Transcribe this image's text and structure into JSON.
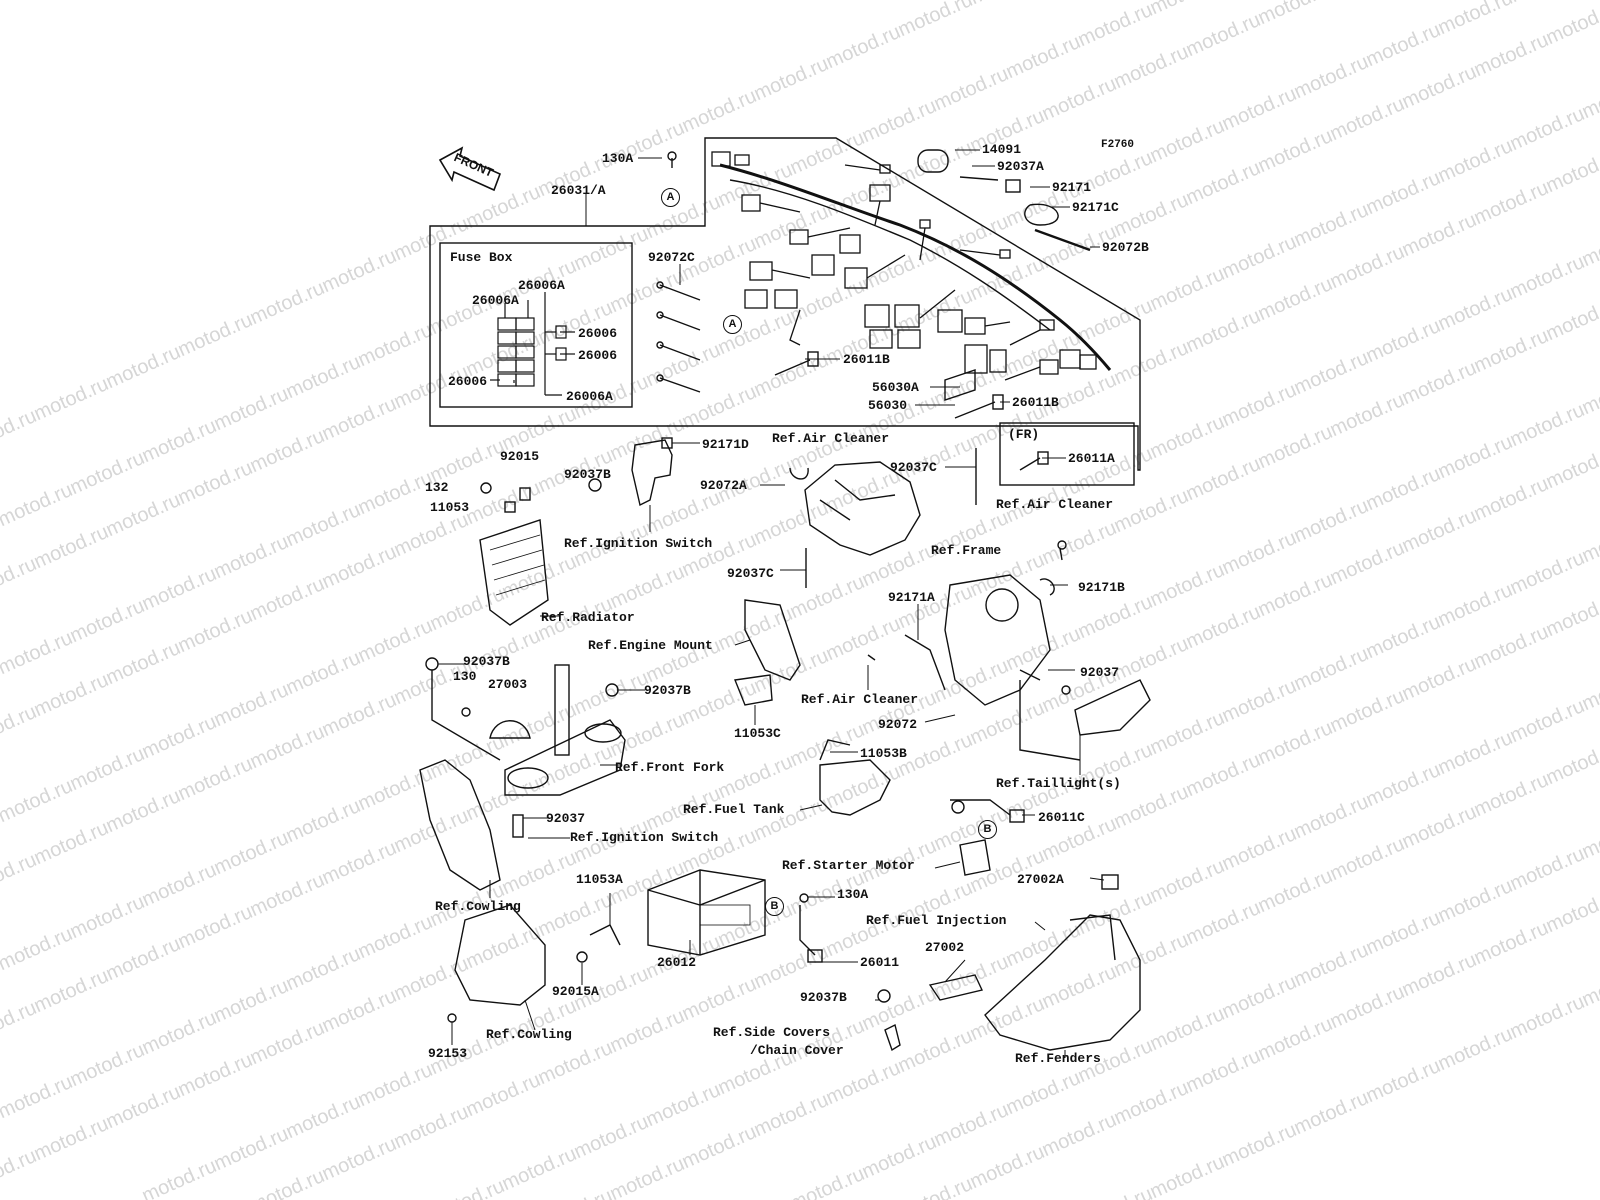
{
  "diagram_code": "F2760",
  "watermark_text": "motod.ru",
  "front_label": "FRONT",
  "fuse_box_title": "Fuse Box",
  "callouts_circled": [
    "A",
    "B"
  ],
  "labels": {
    "l_130A_top": "130A",
    "l_26031A": "26031/A",
    "l_14091": "14091",
    "l_92037A": "92037A",
    "l_92171": "92171",
    "l_92171C": "92171C",
    "l_92072B": "92072B",
    "l_92072C": "92072C",
    "l_26006A_1": "26006A",
    "l_26006A_2": "26006A",
    "l_26006_1": "26006",
    "l_26006_2": "26006",
    "l_26006_3": "26006",
    "l_26006A_3": "26006A",
    "l_26011B_1": "26011B",
    "l_56030A": "56030A",
    "l_56030": "56030",
    "l_26011B_2": "26011B",
    "l_FR": "(FR)",
    "l_26011A": "26011A",
    "l_92015": "92015",
    "l_132": "132",
    "l_11053": "11053",
    "l_92171D": "92171D",
    "l_ref_air_cleaner_1": "Ref.Air Cleaner",
    "l_92037B_1": "92037B",
    "l_92072A": "92072A",
    "l_92037C_1": "92037C",
    "l_ref_ignition_switch_1": "Ref.Ignition Switch",
    "l_ref_air_cleaner_2": "Ref.Air Cleaner",
    "l_ref_frame": "Ref.Frame",
    "l_92037C_2": "92037C",
    "l_92171B": "92171B",
    "l_92171A": "92171A",
    "l_ref_radiator": "Ref.Radiator",
    "l_ref_engine_mount": "Ref.Engine Mount",
    "l_92037B_2": "92037B",
    "l_130": "130",
    "l_27003": "27003",
    "l_92037B_3": "92037B",
    "l_92037_1": "92037",
    "l_ref_air_cleaner_3": "Ref.Air Cleaner",
    "l_11053C": "11053C",
    "l_92072": "92072",
    "l_ref_front_fork": "Ref.Front Fork",
    "l_11053B": "11053B",
    "l_ref_taillight": "Ref.Taillight(s)",
    "l_ref_fuel_tank": "Ref.Fuel Tank",
    "l_26011C": "26011C",
    "l_92037_2": "92037",
    "l_ref_ignition_switch_2": "Ref.Ignition Switch",
    "l_ref_starter_motor": "Ref.Starter Motor",
    "l_11053A": "11053A",
    "l_27002A": "27002A",
    "l_ref_cowling_1": "Ref.Cowling",
    "l_130A_bottom": "130A",
    "l_ref_fuel_injection": "Ref.Fuel Injection",
    "l_26012": "26012",
    "l_26011": "26011",
    "l_27002": "27002",
    "l_92015A": "92015A",
    "l_92037B_4": "92037B",
    "l_ref_side_covers_1": "Ref.Side Covers",
    "l_ref_side_covers_2": "/Chain Cover",
    "l_92153": "92153",
    "l_ref_cowling_2": "Ref.Cowling",
    "l_ref_fenders": "Ref.Fenders"
  }
}
